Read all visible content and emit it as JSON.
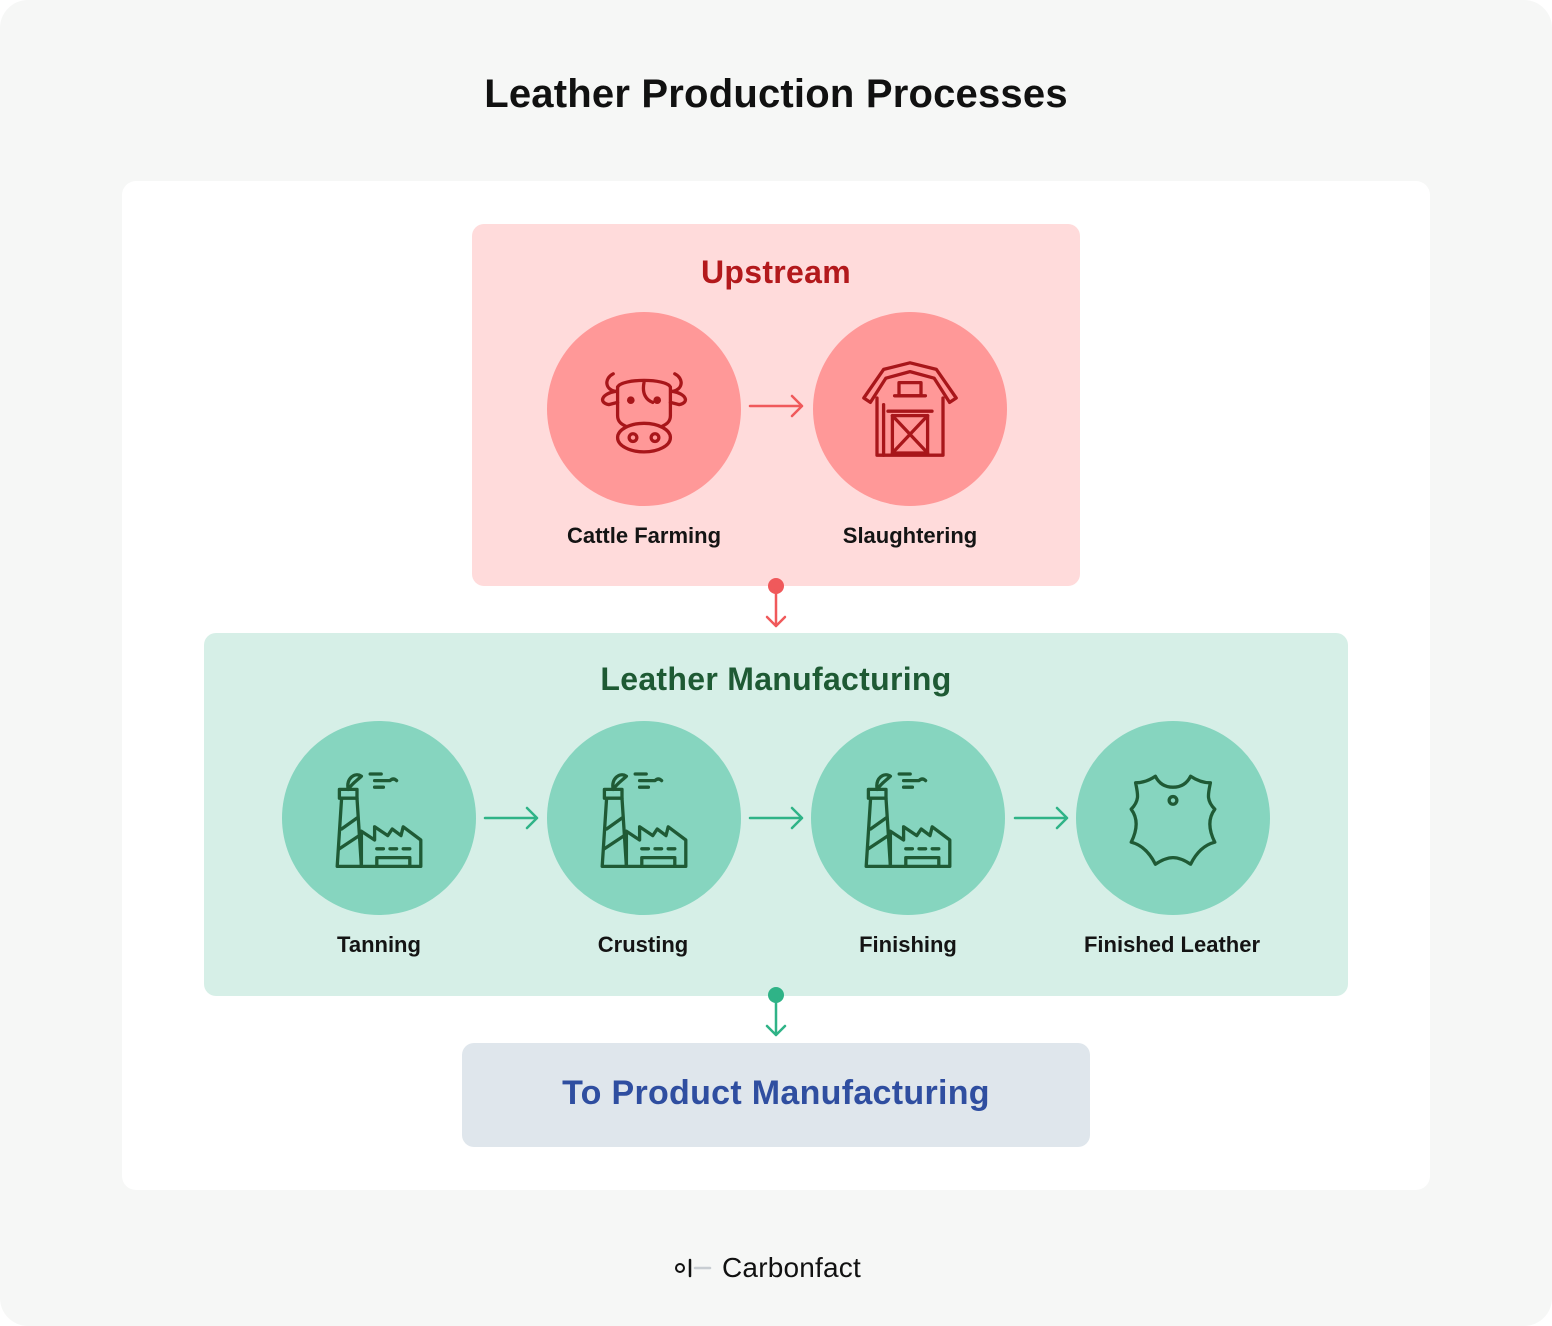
{
  "title": "Leather Production Processes",
  "upstream": {
    "title": "Upstream",
    "steps": [
      {
        "label": "Cattle Farming",
        "icon": "cow-icon"
      },
      {
        "label": "Slaughtering",
        "icon": "barn-icon"
      }
    ]
  },
  "manufacturing": {
    "title": "Leather Manufacturing",
    "steps": [
      {
        "label": "Tanning",
        "icon": "factory-icon"
      },
      {
        "label": "Crusting",
        "icon": "factory-icon"
      },
      {
        "label": "Finishing",
        "icon": "factory-icon"
      },
      {
        "label": "Finished Leather",
        "icon": "leather-hide-icon"
      }
    ]
  },
  "product": {
    "label": "To Product Manufacturing"
  },
  "brand": {
    "name": "Carbonfact"
  },
  "colors": {
    "upstream_bg": "#ffdbdb",
    "upstream_circle": "#ff9898",
    "upstream_accent": "#b3191c",
    "manufacturing_bg": "#d6efe7",
    "manufacturing_circle": "#86d5bf",
    "manufacturing_accent": "#1e5a34",
    "product_bg": "#dfe6ec",
    "product_text": "#2f4ea0"
  }
}
